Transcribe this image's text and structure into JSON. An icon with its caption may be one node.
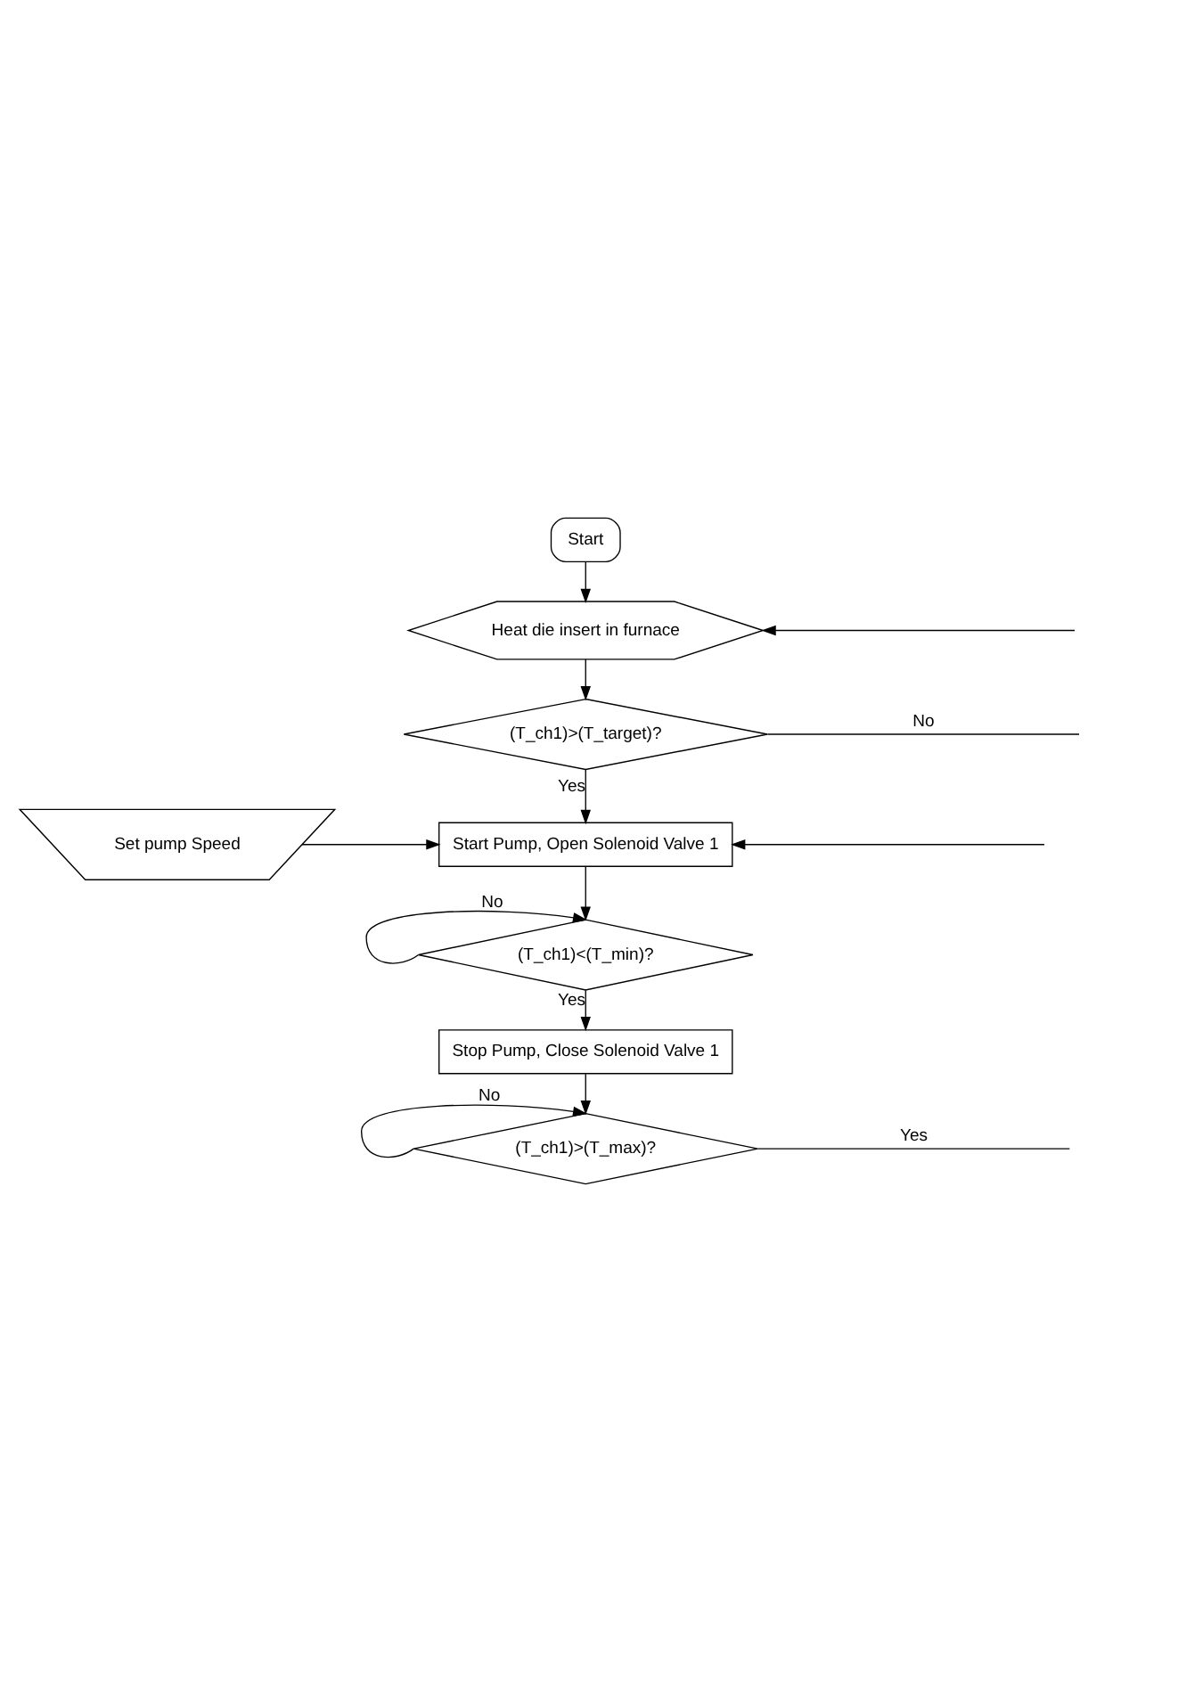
{
  "diagram": {
    "nodes": [
      {
        "text": [
          "Start"
        ]
      },
      {
        "text": [
          "Heat die insert in furnace"
        ]
      },
      {
        "text": [
          "(T_ch1)>(T_target)?"
        ]
      },
      {
        "text": [
          "Set pump Speed"
        ]
      },
      {
        "text": [
          "Start Pump, Open Solenoid Valve 1"
        ]
      },
      {
        "text": [
          "(T_ch1)<(T_min)?"
        ]
      },
      {
        "text": [
          "Stop Pump, Close Solenoid Valve 1"
        ]
      },
      {
        "text": [
          "(T_ch1)>(T_max)?"
        ]
      }
    ],
    "edges": [
      {
        "from": 0,
        "to": 1,
        "arrow": "to"
      },
      {
        "from": null,
        "to": 1,
        "arrow": "to"
      },
      {
        "from": 1,
        "to": 2,
        "arrow": "to"
      },
      {
        "from": 2,
        "to": null,
        "arrow": "none",
        "label": "No"
      },
      {
        "from": 2,
        "to": 4,
        "arrow": "to",
        "label": "Yes"
      },
      {
        "from": 3,
        "to": 4,
        "arrow": "to"
      },
      {
        "from": null,
        "to": 4,
        "arrow": "to"
      },
      {
        "from": 4,
        "to": 5,
        "arrow": "to"
      },
      {
        "from": 5,
        "to": 5,
        "arrow": "to",
        "label": "No"
      },
      {
        "from": 5,
        "to": 6,
        "arrow": "to",
        "label": "Yes"
      },
      {
        "from": 6,
        "to": 7,
        "arrow": "to"
      },
      {
        "from": 7,
        "to": 7,
        "arrow": "to",
        "label": "No"
      },
      {
        "from": 7,
        "to": null,
        "arrow": "none",
        "label": "Yes"
      }
    ]
  }
}
